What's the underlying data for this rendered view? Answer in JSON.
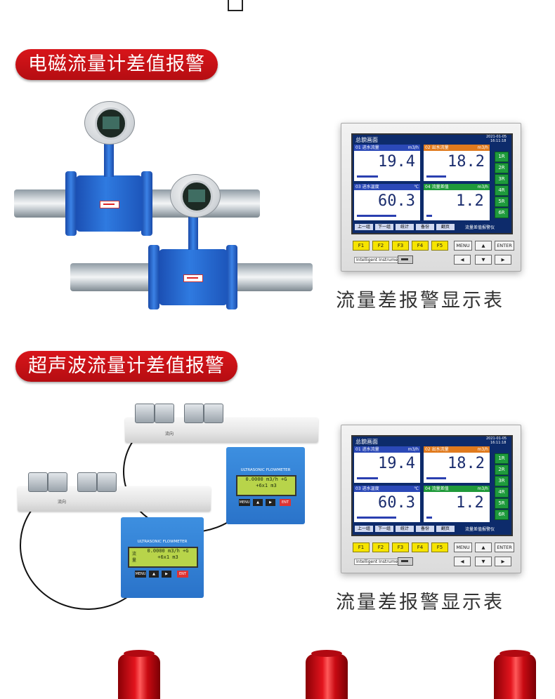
{
  "section1": {
    "title": "电磁流量计差值报警",
    "caption": "流量差报警显示表"
  },
  "section2": {
    "title": "超声波流量计差值报警",
    "caption": "流量差报警显示表"
  },
  "recorder": {
    "screen_title": "总貌画面",
    "date": "2021-01-05",
    "time": "16:11:18",
    "panels": [
      {
        "id": "01",
        "name": "进水流量",
        "unit": "m3/h",
        "value": "19.4",
        "color": "#2b49b8"
      },
      {
        "id": "02",
        "name": "出水流量",
        "unit": "m3/h",
        "value": "18.2",
        "color": "#e07a1d"
      },
      {
        "id": "03",
        "name": "进水温度",
        "unit": "℃",
        "value": "60.3",
        "color": "#2b49b8"
      },
      {
        "id": "04",
        "name": "流量差值",
        "unit": "m3/h",
        "value": "1.2",
        "color": "#1f9a3a"
      }
    ],
    "relays": [
      "1R",
      "2R",
      "3R",
      "4R",
      "5R",
      "6R"
    ],
    "soft_buttons": [
      "上一组",
      "下一组",
      "统计",
      "备份",
      "翻页"
    ],
    "footer_title": "流量差值报警仪",
    "fkeys": [
      "F1",
      "F2",
      "F3",
      "F4",
      "F5"
    ],
    "menu": "MENU",
    "enter": "ENTER",
    "up": "▲",
    "down": "▼",
    "left": "◀",
    "right": "▶",
    "brand": "Intelligent Instrument"
  },
  "ultrasonic": {
    "label": "ULTRASONIC FLOWMETER",
    "lcd_line1": "0.0000 m3/h +G",
    "lcd_line2": "+6x1 m3",
    "lcd_side": "流量",
    "key_menu": "MENU",
    "key_ent": "ENT",
    "key_up": "▲",
    "key_right": "▶",
    "pipe_label": "流向"
  },
  "colors": {
    "banner_red": "#c8101a",
    "relay_green": "#1e9a3c",
    "fkey_yellow": "#f6e400",
    "mag_blue": "#2f7ae0",
    "beacon_red": "#e2141d"
  }
}
